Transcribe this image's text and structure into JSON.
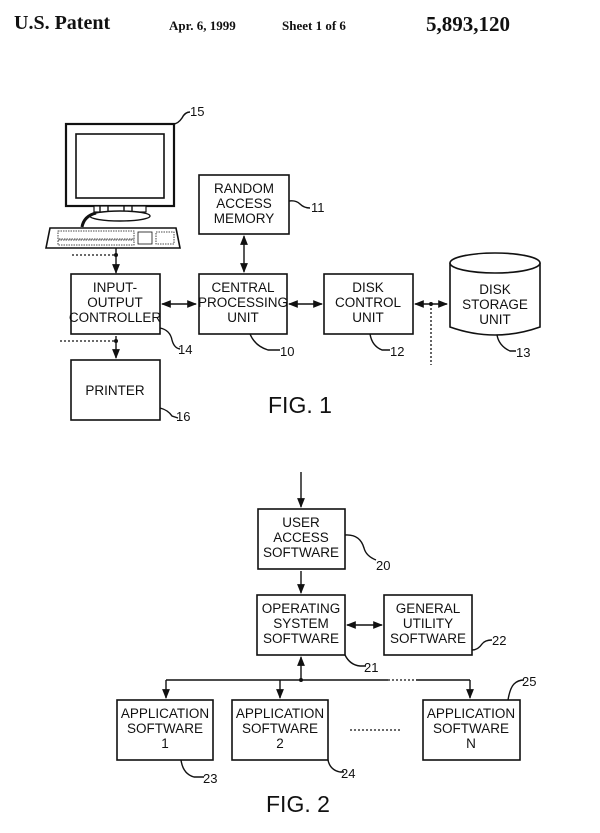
{
  "header": {
    "title": "U.S. Patent",
    "date": "Apr. 6, 1999",
    "sheet": "Sheet 1 of 6",
    "patent_number": "5,893,120"
  },
  "fig1": {
    "caption": "FIG. 1",
    "computer_ref": "15",
    "ram": {
      "lines": [
        "RANDOM",
        "ACCESS",
        "MEMORY"
      ],
      "ref": "11"
    },
    "io_controller": {
      "lines": [
        "INPUT-",
        "OUTPUT",
        "CONTROLLER"
      ],
      "ref": "14"
    },
    "cpu": {
      "lines": [
        "CENTRAL",
        "PROCESSING",
        "UNIT"
      ],
      "ref": "10"
    },
    "disk_control": {
      "lines": [
        "DISK",
        "CONTROL",
        "UNIT"
      ],
      "ref": "12"
    },
    "disk_storage": {
      "lines": [
        "DISK",
        "STORAGE",
        "UNIT"
      ],
      "ref": "13"
    },
    "printer": {
      "lines": [
        "PRINTER"
      ],
      "ref": "16"
    }
  },
  "fig2": {
    "caption": "FIG. 2",
    "user_access": {
      "lines": [
        "USER",
        "ACCESS",
        "SOFTWARE"
      ],
      "ref": "20"
    },
    "operating_system": {
      "lines": [
        "OPERATING",
        "SYSTEM",
        "SOFTWARE"
      ],
      "ref": "21"
    },
    "general_utility": {
      "lines": [
        "GENERAL",
        "UTILITY",
        "SOFTWARE"
      ],
      "ref": "22"
    },
    "app1": {
      "lines": [
        "APPLICATION",
        "SOFTWARE",
        "1"
      ],
      "ref": "23"
    },
    "app2": {
      "lines": [
        "APPLICATION",
        "SOFTWARE",
        "2"
      ],
      "ref": "24"
    },
    "appN": {
      "lines": [
        "APPLICATION",
        "SOFTWARE",
        "N"
      ],
      "ref": "25"
    }
  }
}
